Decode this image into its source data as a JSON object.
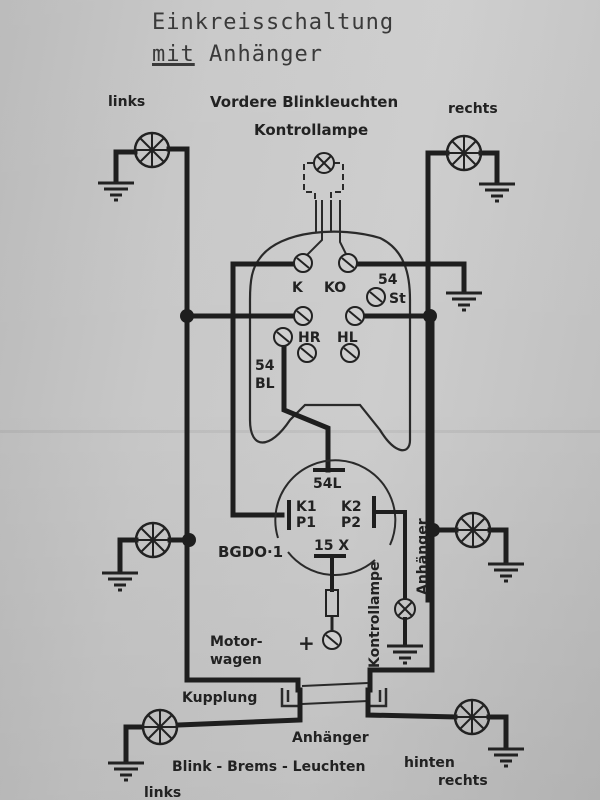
{
  "title": {
    "line1": "Einkreisschaltung",
    "line2_underlined": "mit",
    "line2_rest": "Anhänger"
  },
  "labels": {
    "front_left": "links",
    "front_heading": "Vordere Blinkleuchten",
    "front_right": "rechts",
    "indicator_lamp_top": "Kontrollampe",
    "switch_terminals": {
      "k": "K",
      "ko": "KO",
      "st_num": "54",
      "st": "St",
      "hr": "HR",
      "hl": "HL",
      "bl_num": "54",
      "bl": "BL"
    },
    "relay_terminals": {
      "top": "54L",
      "k1": "K1",
      "k2": "K2",
      "p1": "P1",
      "p2": "P2",
      "bottom": "15 X"
    },
    "relay_name": "BGDO·1",
    "vehicle": "Motor-",
    "vehicle2": "wagen",
    "plus": "+",
    "indicator_lamp_vertical": "Kontrollampe",
    "trailer_vertical": "Anhänger",
    "coupling": "Kupplung",
    "trailer": "Anhänger",
    "rear_heading": "Blink - Brems - Leuchten",
    "rear_right_1": "hinten",
    "rear_right_2": "rechts",
    "rear_left": "links"
  },
  "icons": {
    "lamp": "wheel-lamp-icon",
    "ground": "ground-icon",
    "indicator": "circle-x-lamp-icon",
    "terminal": "slotted-screw-icon",
    "fuse": "fuse-icon"
  }
}
